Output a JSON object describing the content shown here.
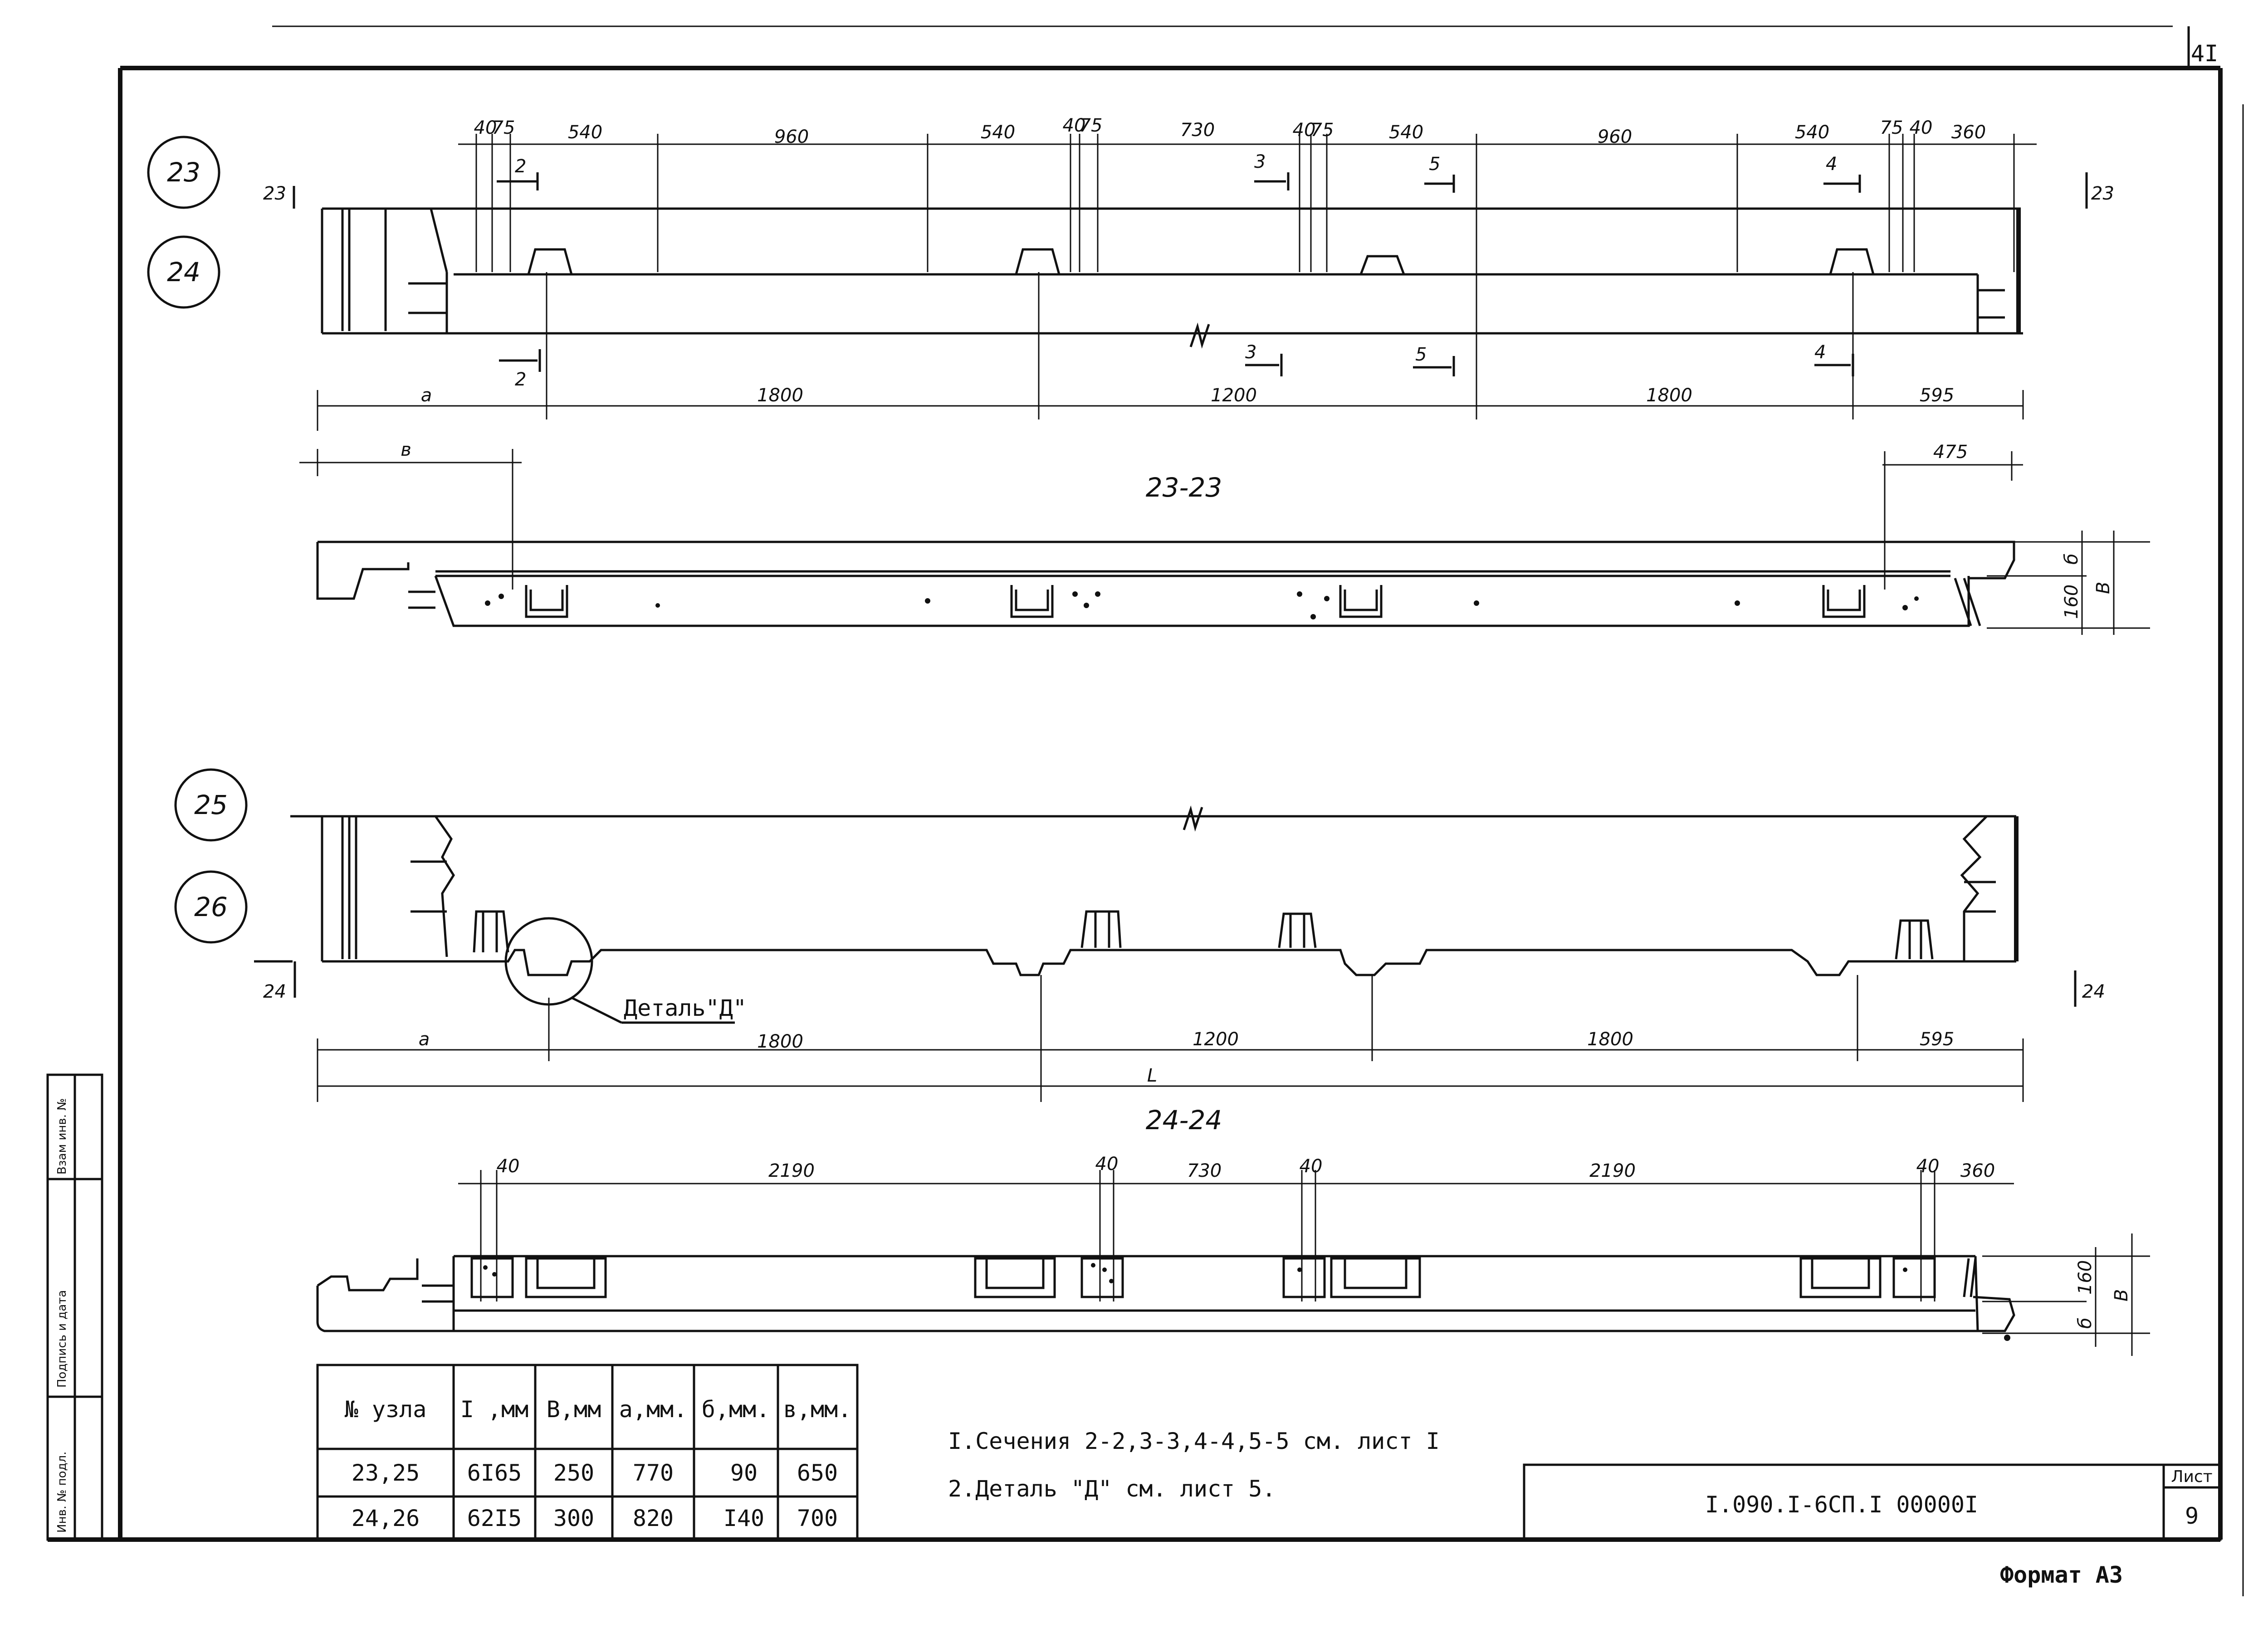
{
  "sheet": {
    "sheet_number": "4I",
    "format_label": "Формат А3",
    "doc_code": "I.090.I-6СП.I  00000I",
    "list_label": "Лист",
    "list_number": "9"
  },
  "node_callouts": [
    "23",
    "24",
    "25",
    "26"
  ],
  "section_titles": {
    "s23": "23-23",
    "s24": "24-24"
  },
  "section_marks": {
    "a": "23",
    "b": "24",
    "s2": "2",
    "s3": "3",
    "s4": "4",
    "s5": "5"
  },
  "top_dims": [
    "40",
    "75",
    "540",
    "960",
    "540",
    "40",
    "75",
    "730",
    "40",
    "75",
    "540",
    "960",
    "540",
    "75",
    "40",
    "360"
  ],
  "bottom_dims_1": [
    "a",
    "1800",
    "1200",
    "1800",
    "595"
  ],
  "dims_23_23": {
    "left": "в",
    "right": "475",
    "d": "б",
    "h": "160",
    "B": "В"
  },
  "bottom_dims_2": [
    "a",
    "1800",
    "1200",
    "1800",
    "595"
  ],
  "total_length": "L",
  "detail_label": "Деталь\"Д\"",
  "dims_24_24": [
    "40",
    "2190",
    "40",
    "730",
    "40",
    "2190",
    "40",
    "360"
  ],
  "dims_24_24_side": {
    "h": "160",
    "d": "б",
    "B": "В"
  },
  "table": {
    "headers": [
      "№ узла",
      "I ,мм",
      "В,мм",
      "а,мм.",
      "б,мм.",
      "в,мм."
    ],
    "rows": [
      [
        "23,25",
        "6I65",
        "250",
        "770",
        "90",
        "650"
      ],
      [
        "24,26",
        "62I5",
        "300",
        "820",
        "I40",
        "700"
      ]
    ]
  },
  "notes": [
    "I.Сечения 2-2,3-3,4-4,5-5 см. лист I",
    "2.Деталь \"Д\" см. лист 5."
  ],
  "side_stamp": [
    "Инв. № подл.",
    "Подпись и дата",
    "Взам инв. №"
  ]
}
